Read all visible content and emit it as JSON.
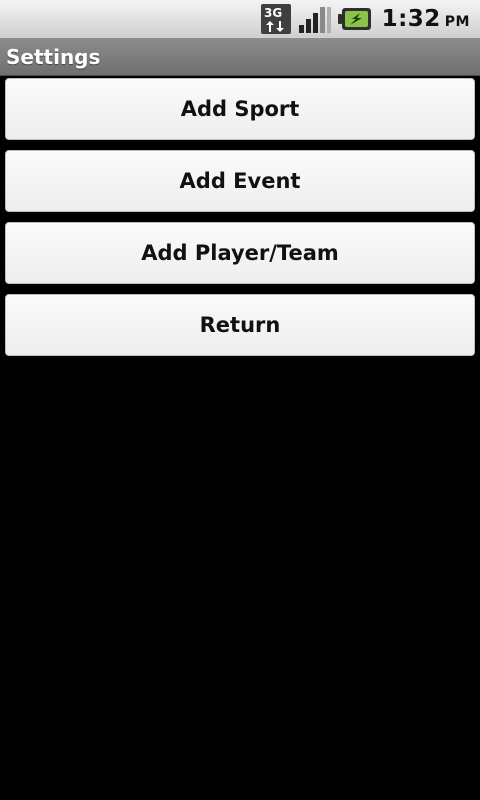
{
  "status_bar": {
    "time": "1:32",
    "ampm": "PM",
    "icons": [
      "3g-data-icon",
      "signal-strength-icon",
      "battery-charging-icon"
    ]
  },
  "title_bar": {
    "title": "Settings"
  },
  "menu": {
    "buttons": [
      {
        "label": "Add Sport"
      },
      {
        "label": "Add Event"
      },
      {
        "label": "Add Player/Team"
      },
      {
        "label": "Return"
      }
    ]
  },
  "colors": {
    "background": "#000000",
    "title_bar": "#7d7d7d",
    "button_bg": "#f4f4f4",
    "battery_accent": "#8bc34a"
  }
}
